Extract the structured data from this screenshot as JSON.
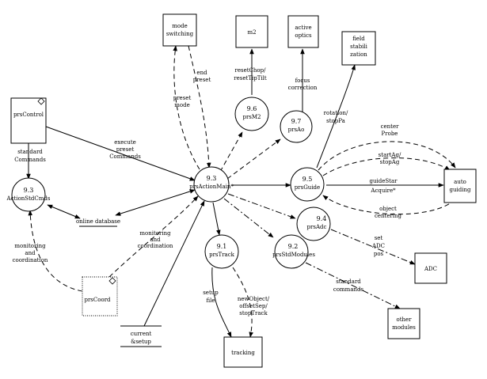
{
  "processes": {
    "p93a": {
      "num": "9.3",
      "name": "ActionStdCmds"
    },
    "p93": {
      "num": "9.3",
      "name": "prsActionMain*"
    },
    "p96": {
      "num": "9.6",
      "name": "prsM2"
    },
    "p97": {
      "num": "9.7",
      "name": "prsAo"
    },
    "p95": {
      "num": "9.5",
      "name": "prsGuide"
    },
    "p94": {
      "num": "9.4",
      "name": "prsAdc"
    },
    "p91": {
      "num": "9.1",
      "name": "prsTrack"
    },
    "p92": {
      "num": "9.2",
      "name": "prsStdModules"
    }
  },
  "entities": {
    "mode": [
      "mode",
      "switching"
    ],
    "m2": "m2",
    "active": [
      "active",
      "optics"
    ],
    "field": [
      "field",
      "stabili",
      "zation"
    ],
    "prsControl": "prsControl",
    "prsCoord": "prsCoord",
    "auto": [
      "auto",
      "guiding"
    ],
    "adc": "ADC",
    "other": [
      "other",
      "modules"
    ],
    "tracking": "tracking"
  },
  "stores": {
    "online": "online database",
    "current": [
      "current",
      "&setup"
    ]
  },
  "flows": {
    "execute": [
      "execute",
      "preset",
      "Commands"
    ],
    "standard": [
      "standard",
      "Commands"
    ],
    "preset_mode": [
      "preset",
      "mode"
    ],
    "end_preset": [
      "end",
      "preset"
    ],
    "reset_chop": [
      "resetChop/",
      "resetTipTilt"
    ],
    "focus": [
      "focus",
      "correction"
    ],
    "rotation": [
      "rotation/",
      "stopPa"
    ],
    "center": [
      "center",
      "Probe"
    ],
    "startag": [
      "startAg/",
      "stopAg"
    ],
    "guidestar": [
      "guideStar",
      "Acquire*"
    ],
    "object": [
      "object",
      "centering"
    ],
    "monitoring_left": [
      "monitoring",
      "and",
      "coordination"
    ],
    "monitoring_mid": [
      "monitoring",
      "and",
      "coordination"
    ],
    "adc_pos": [
      "set",
      "ADC",
      "pos"
    ],
    "std_commands": [
      "standard",
      "commands"
    ],
    "setup_file": [
      "setup",
      "file"
    ],
    "new_object": [
      "newObject/",
      "offsetSep/",
      "stopTrack"
    ]
  }
}
